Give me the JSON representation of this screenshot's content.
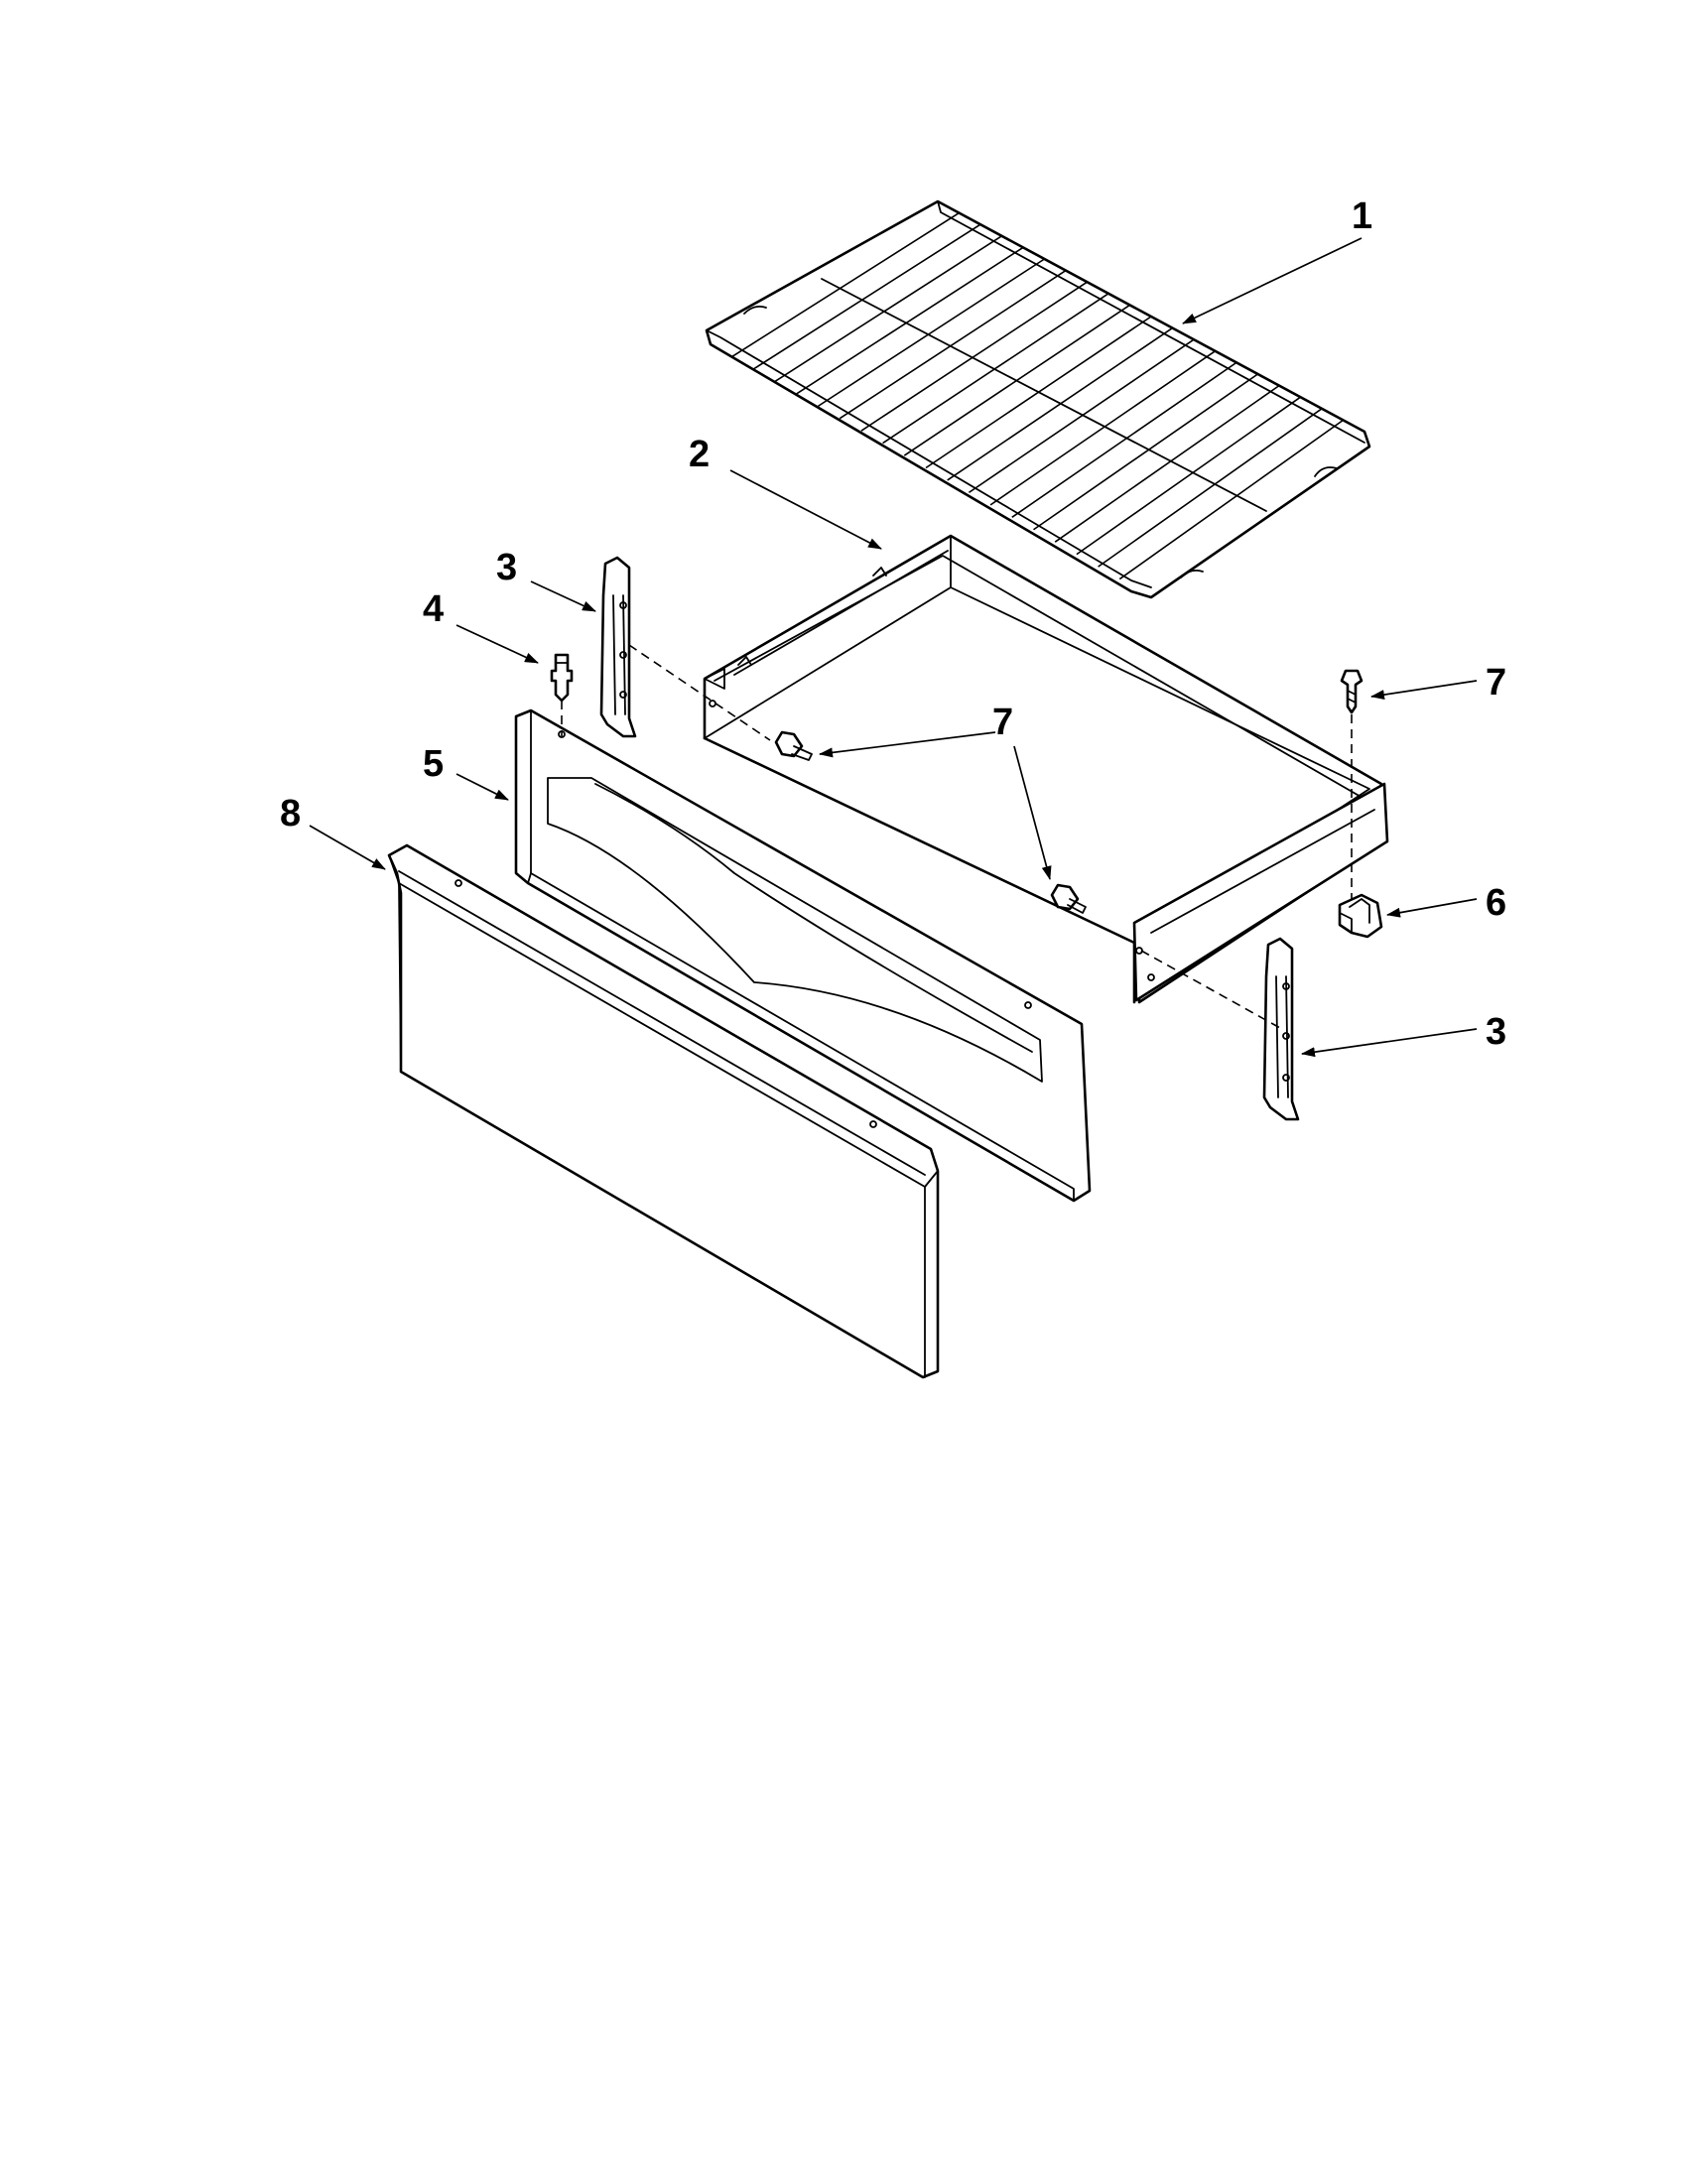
{
  "callouts": {
    "c1": "1",
    "c2": "2",
    "c3a": "3",
    "c3b": "3",
    "c4": "4",
    "c5": "5",
    "c6": "6",
    "c7a": "7",
    "c7b": "7",
    "c8": "8"
  },
  "colors": {
    "line": "#000000",
    "background": "#ffffff"
  }
}
